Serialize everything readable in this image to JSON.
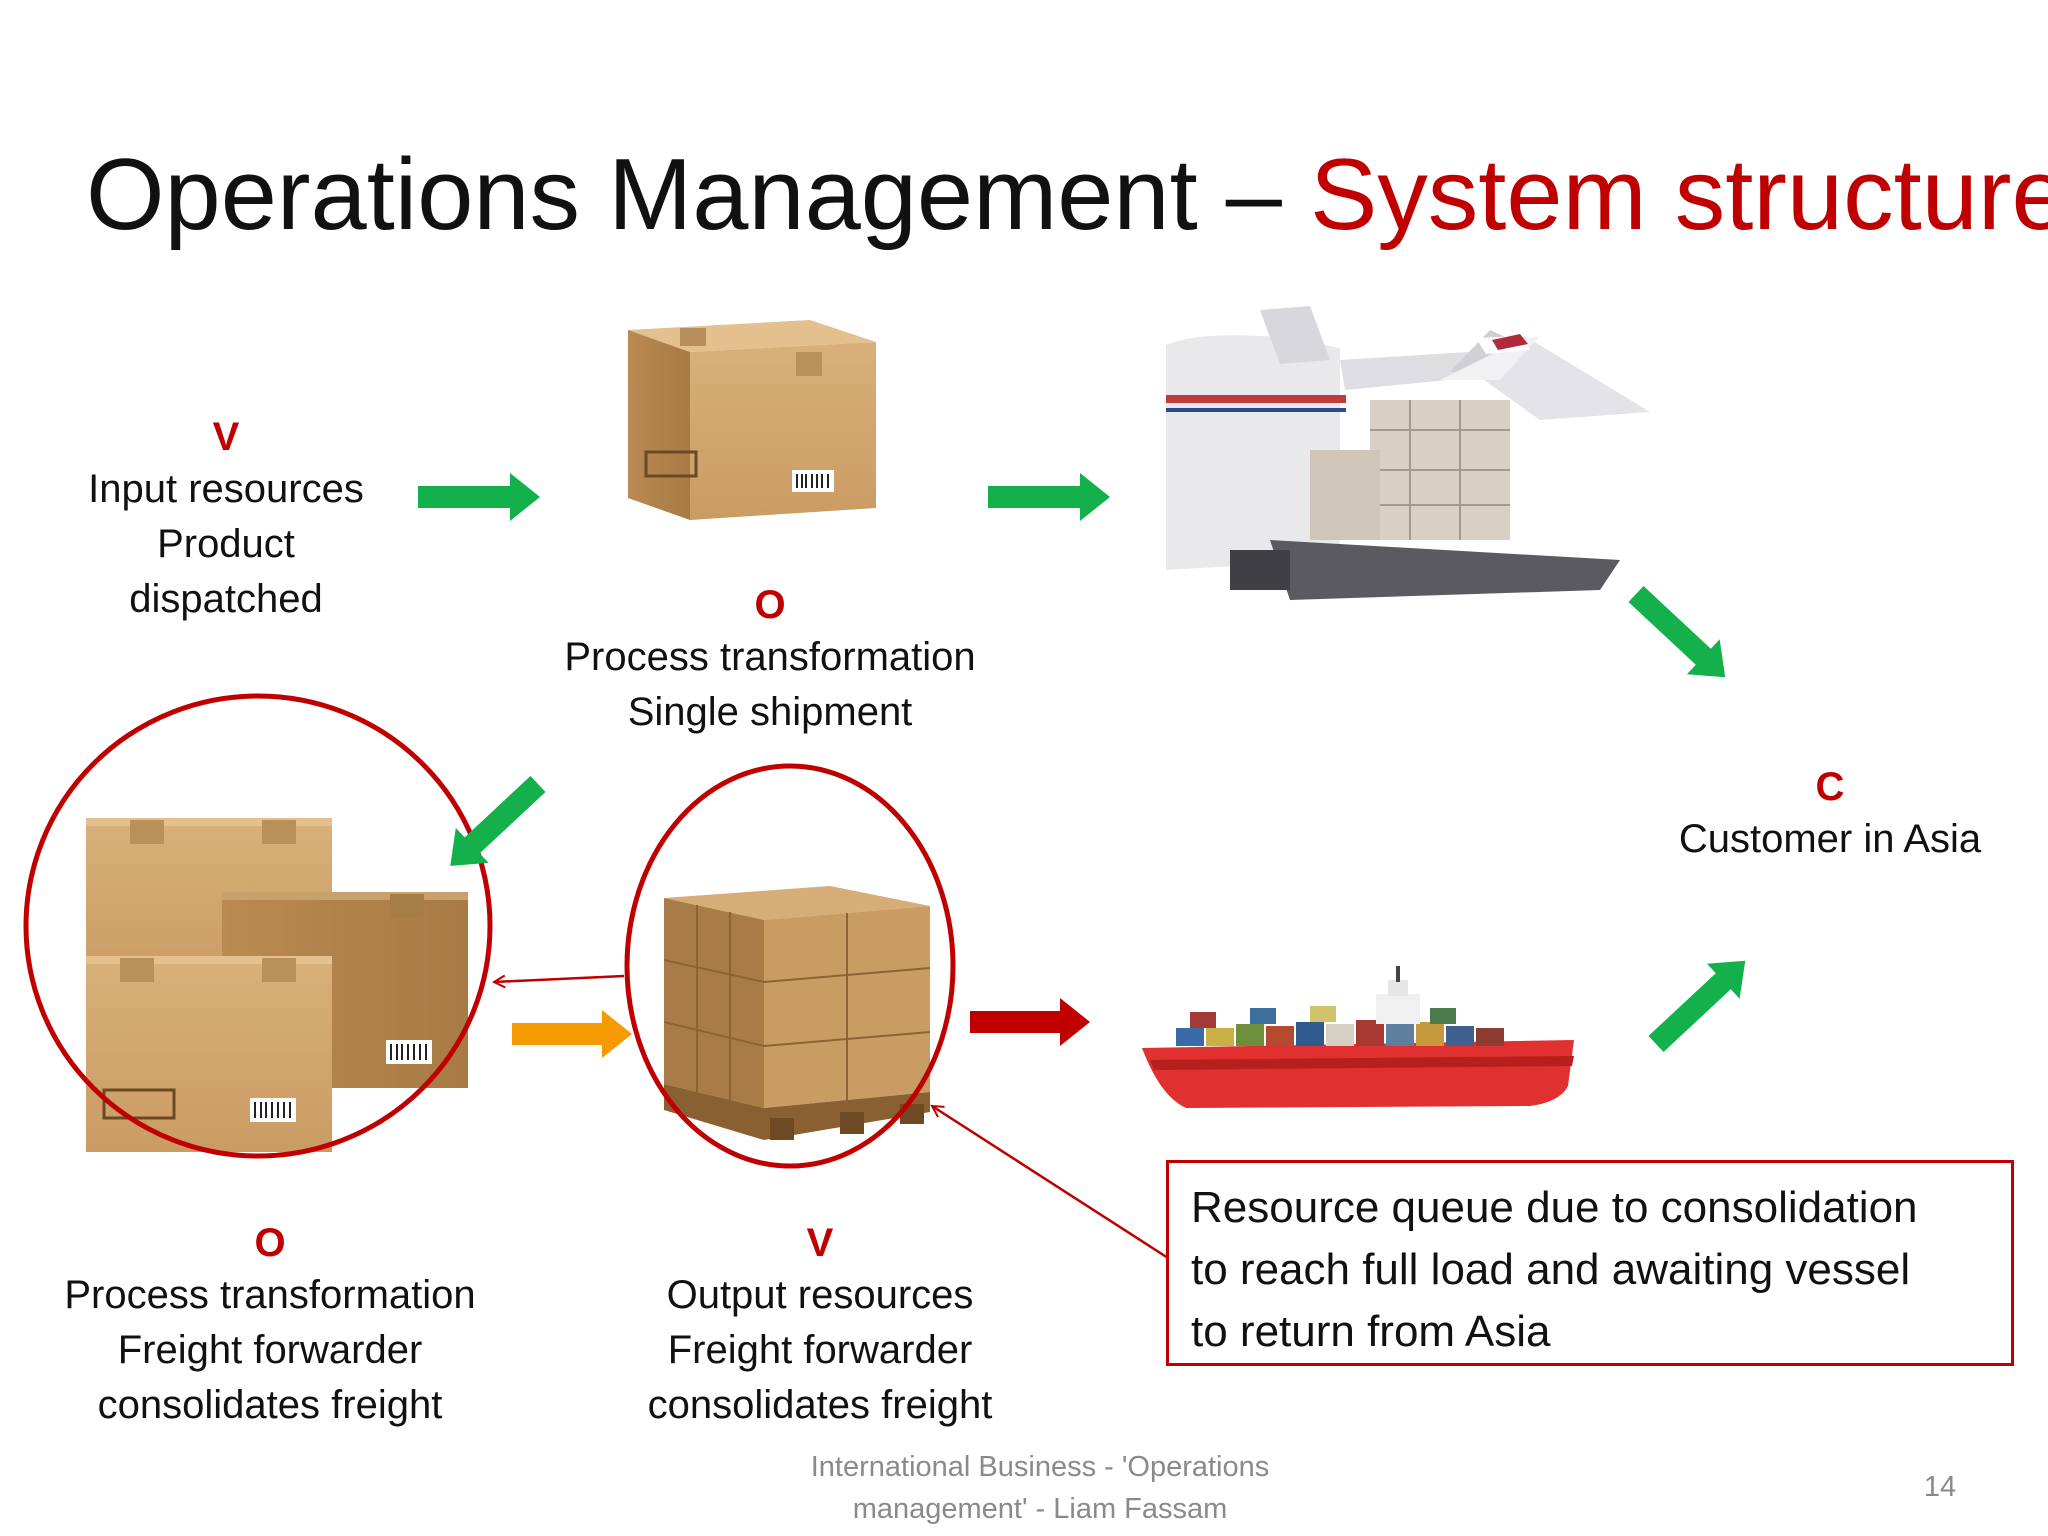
{
  "slide": {
    "title_main": "Operations Management – ",
    "title_accent": "System structures",
    "colors": {
      "accent_red": "#c00000",
      "arrow_green": "#14b04c",
      "arrow_orange": "#f59a00",
      "arrow_darkred": "#c00000"
    }
  },
  "nodes": {
    "input": {
      "letter": "V",
      "line1": "Input resources",
      "line2": "Product",
      "line3": "dispatched"
    },
    "single_shipment": {
      "letter": "O",
      "line1": "Process transformation",
      "line2": "Single shipment"
    },
    "customer": {
      "letter": "C",
      "line1": "Customer in Asia"
    },
    "consolidate": {
      "letter": "O",
      "line1": "Process transformation",
      "line2": "Freight forwarder",
      "line3": "consolidates freight"
    },
    "output": {
      "letter": "V",
      "line1": "Output resources",
      "line2": "Freight forwarder",
      "line3": "consolidates freight"
    }
  },
  "images": {
    "single_box": "cardboard-box",
    "air_cargo": "cargo-plane-loading",
    "stacked_boxes": "stacked-cardboard-boxes",
    "pallet": "palletized-boxes",
    "ship": "container-ship"
  },
  "callout": {
    "line1": "Resource queue due to consolidation",
    "line2": "to reach full load and awaiting vessel",
    "line3": "to return from Asia"
  },
  "footer": {
    "line1": "International Business - 'Operations",
    "line2": "management' - Liam Fassam",
    "page_number": "14"
  }
}
